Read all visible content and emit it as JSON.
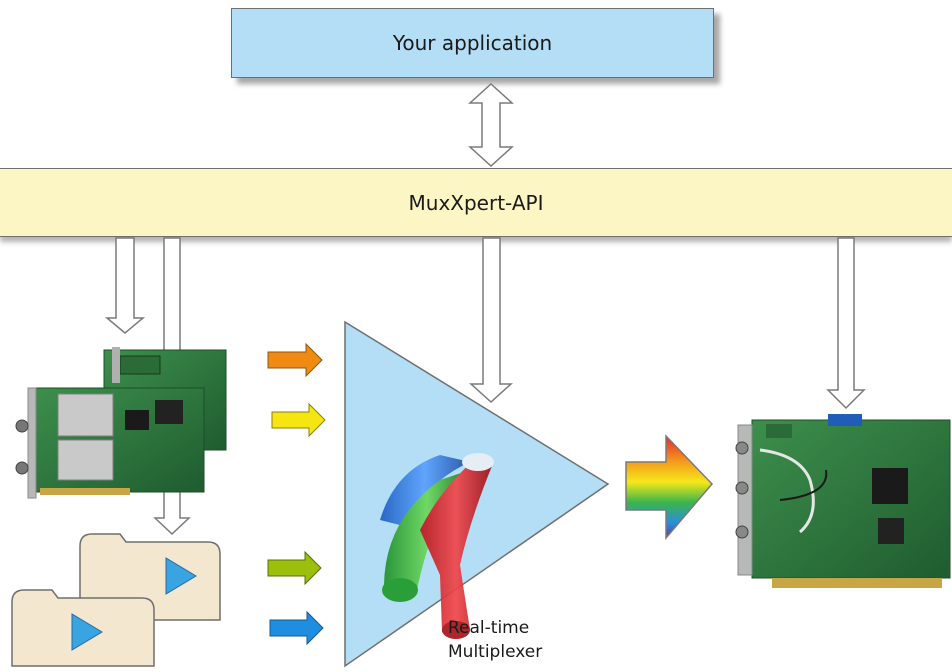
{
  "app_box": {
    "label": "Your application"
  },
  "api_box": {
    "label": "MuxXpert-API"
  },
  "multiplexer": {
    "label_line1": "Real-time",
    "label_line2": "Multiplexer"
  },
  "colors": {
    "app_fill": "#b3def5",
    "api_fill": "#fbf6c4",
    "triangle_fill": "#b3def5",
    "arrow_outline": "#7a7a7a",
    "input_arrow_orange": "#f08a12",
    "input_arrow_yellow": "#f5e510",
    "input_arrow_green": "#9cbf0e",
    "input_arrow_blue": "#1f8de0"
  }
}
